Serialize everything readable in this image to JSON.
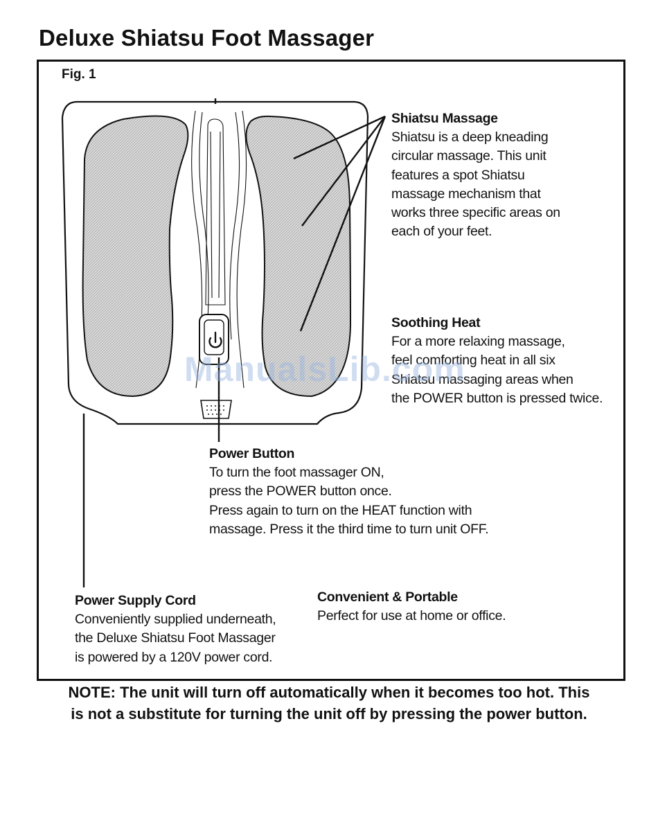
{
  "title": "Deluxe Shiatsu Foot Massager",
  "figure_label": "Fig. 1",
  "sections": {
    "shiatsu": {
      "heading": "Shiatsu Massage",
      "lines": [
        "Shiatsu is a deep kneading",
        "circular massage. This unit",
        "features a spot Shiatsu",
        "massage mechanism that",
        "works three specific areas on",
        "each of your feet."
      ]
    },
    "heat": {
      "heading": "Soothing Heat",
      "lines": [
        "For a more relaxing massage,",
        "feel comforting heat in all six",
        "Shiatsu massaging areas when",
        "the POWER button is pressed twice."
      ]
    },
    "power": {
      "heading": "Power Button",
      "lines": [
        "To turn the foot massager ON,",
        "press the POWER button once.",
        "Press again to turn on the HEAT function with",
        "massage. Press it the third time to turn unit OFF."
      ]
    },
    "cord": {
      "heading": "Power Supply Cord",
      "lines": [
        "Conveniently supplied underneath,",
        "the Deluxe Shiatsu Foot Massager",
        "is powered by a 120V power cord."
      ]
    },
    "portable": {
      "heading": "Convenient & Portable",
      "lines": [
        "Perfect for use at home or office."
      ]
    }
  },
  "note": {
    "lines": [
      "NOTE: The unit will turn off automatically when it becomes too hot. This",
      "is not a substitute for turning the unit off by pressing the power button."
    ]
  },
  "watermark": "ManualsLib.com",
  "colors": {
    "ink": "#111111",
    "pad_fill": "#d4d4d4",
    "watermark": "#96b4e1"
  }
}
